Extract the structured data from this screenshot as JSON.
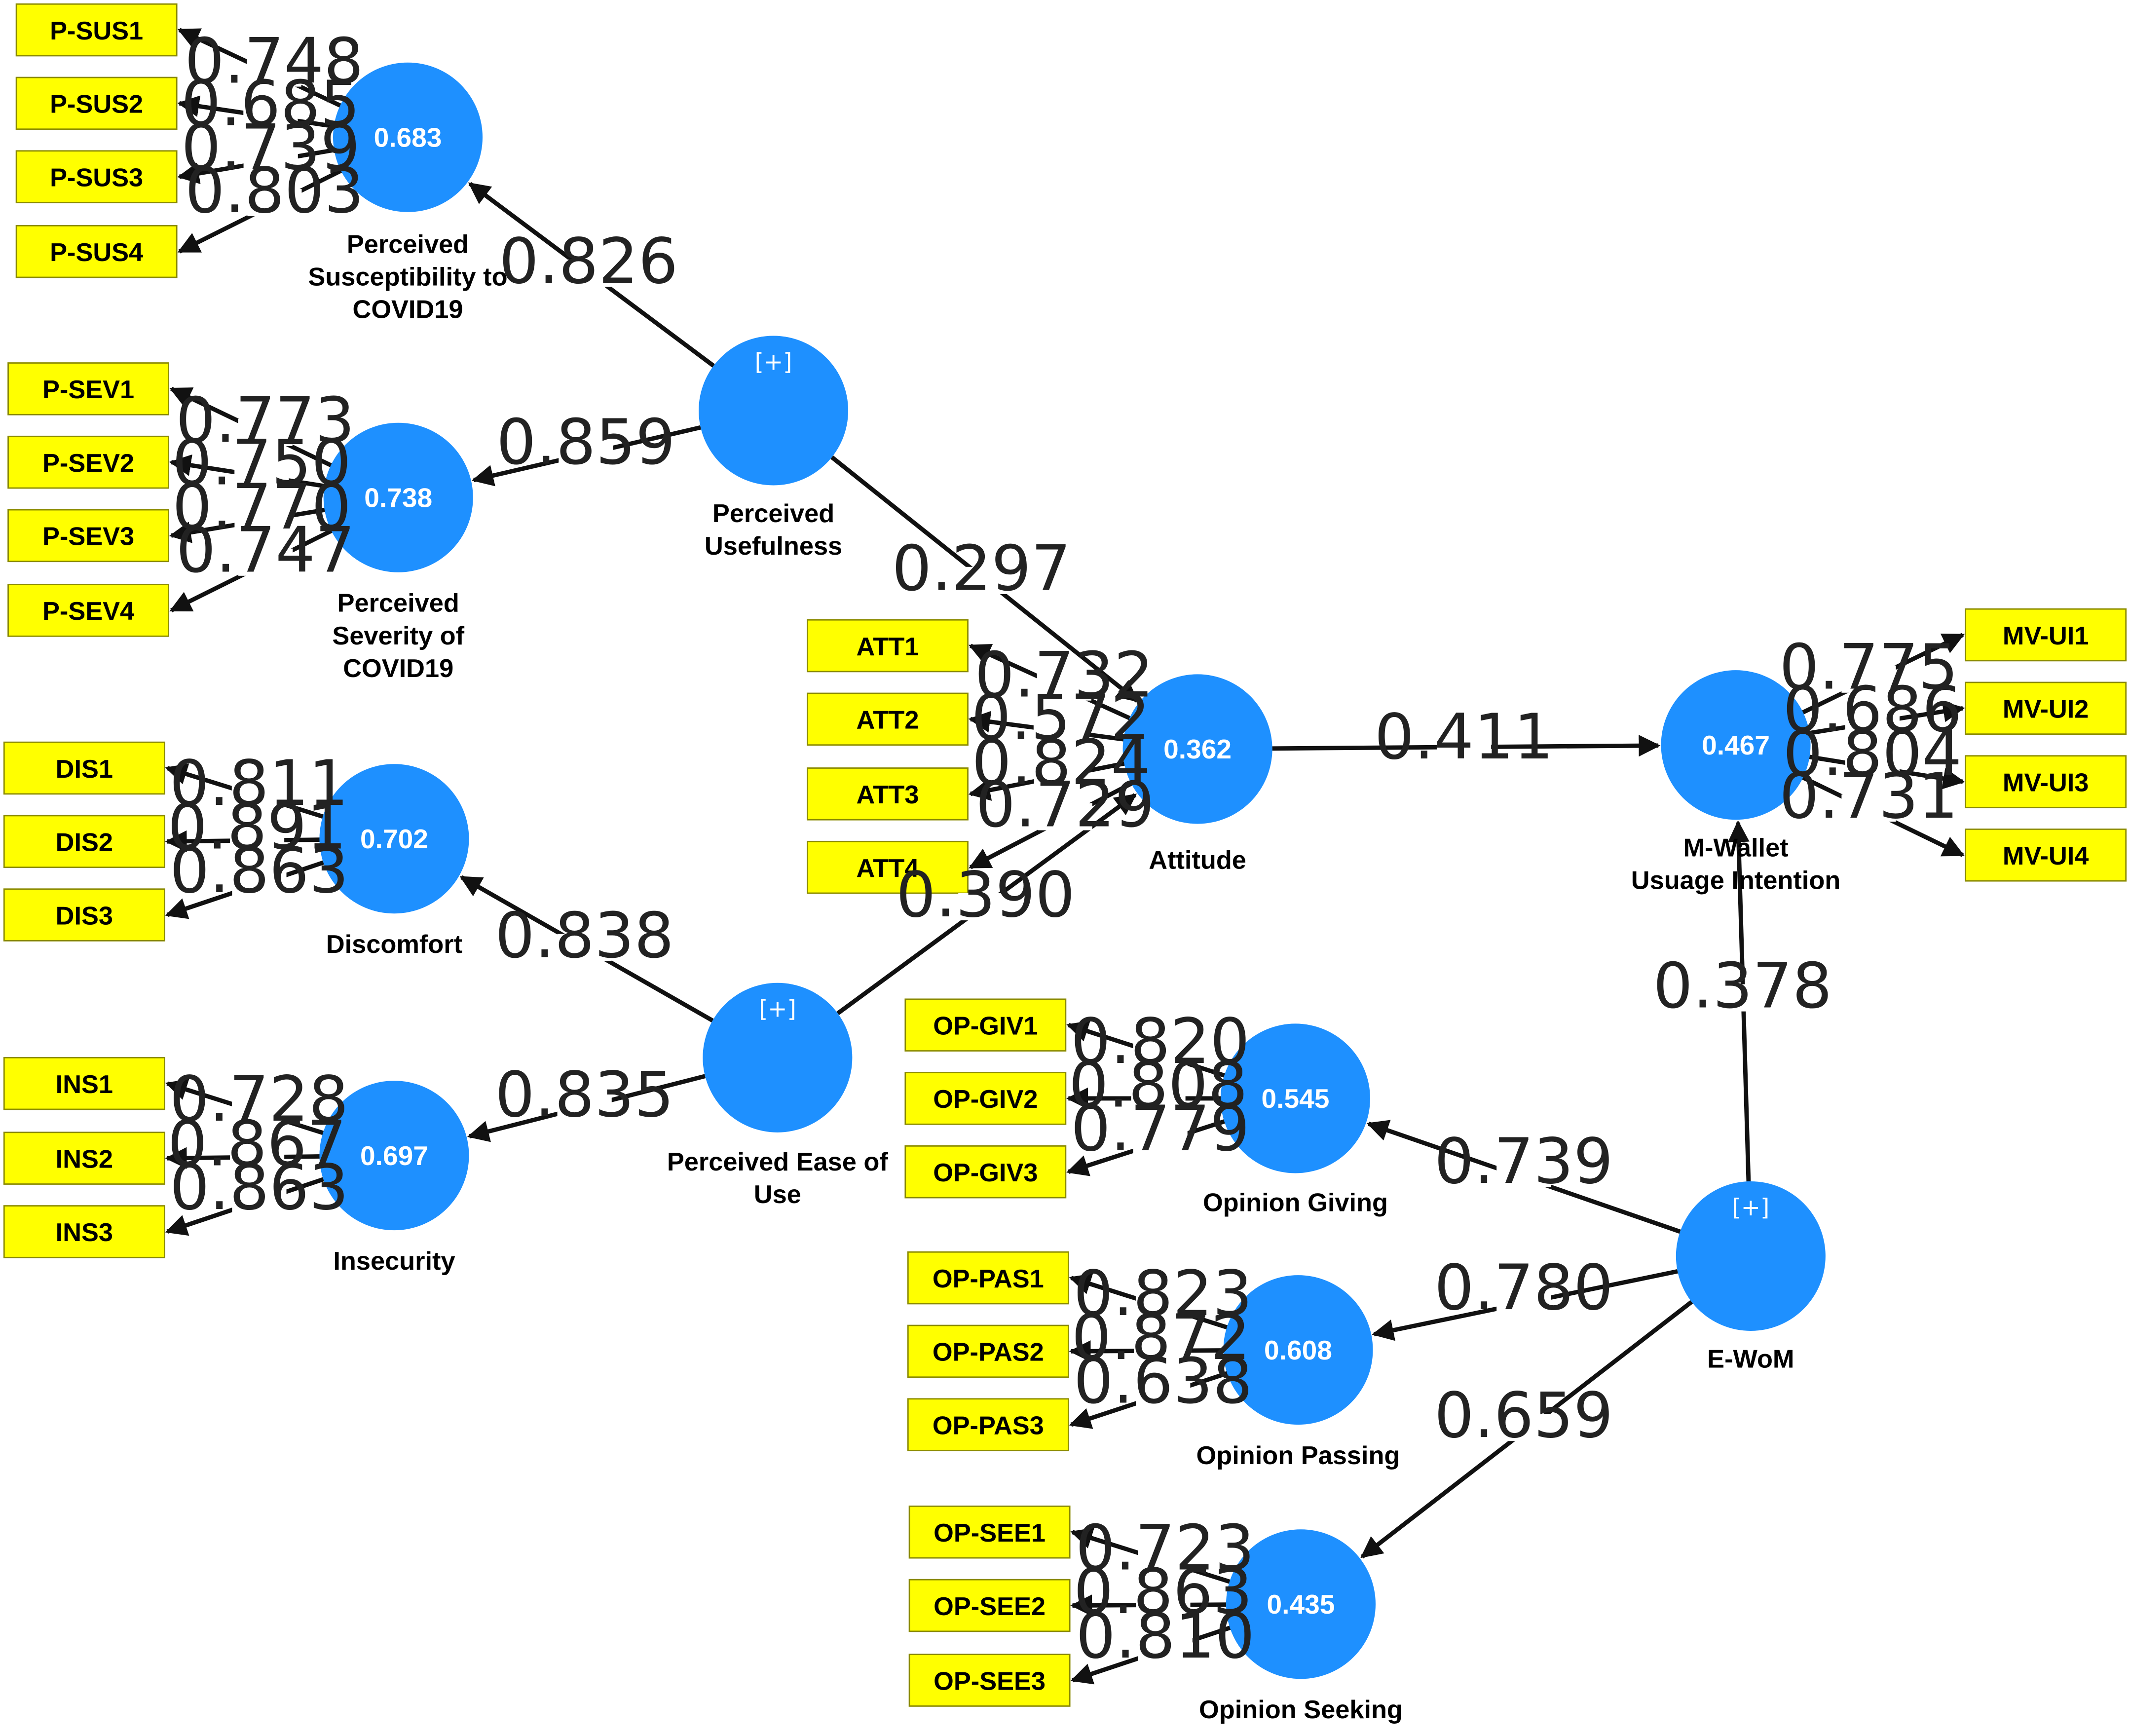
{
  "colors": {
    "construct_fill": "#1e90ff",
    "indicator_fill": "#ffff00",
    "text": "#000000"
  },
  "constructs": {
    "psus": {
      "r2": "0.683",
      "label": [
        "Perceived",
        "Susceptibility to",
        "COVID19"
      ]
    },
    "psev": {
      "r2": "0.738",
      "label": [
        "Perceived",
        "Severity of",
        "COVID19"
      ]
    },
    "dis": {
      "r2": "0.702",
      "label": [
        "Discomfort"
      ]
    },
    "ins": {
      "r2": "0.697",
      "label": [
        "Insecurity"
      ]
    },
    "pu": {
      "r2": "[+]",
      "label": [
        "Perceived",
        "Usefulness"
      ]
    },
    "peou": {
      "r2": "[+]",
      "label": [
        "Perceived Ease of",
        "Use"
      ]
    },
    "att": {
      "r2": "0.362",
      "label": [
        "Attitude"
      ]
    },
    "mw": {
      "r2": "0.467",
      "label": [
        "M-Wallet",
        "Usuage Intention"
      ]
    },
    "ewom": {
      "r2": "[+]",
      "label": [
        "E-WoM"
      ]
    },
    "opgiv": {
      "r2": "0.545",
      "label": [
        "Opinion Giving"
      ]
    },
    "oppas": {
      "r2": "0.608",
      "label": [
        "Opinion Passing"
      ]
    },
    "opsee": {
      "r2": "0.435",
      "label": [
        "Opinion Seeking"
      ]
    }
  },
  "indicators": {
    "psus": [
      {
        "name": "P-SUS1",
        "loading": "0.748"
      },
      {
        "name": "P-SUS2",
        "loading": "0.685"
      },
      {
        "name": "P-SUS3",
        "loading": "0.739"
      },
      {
        "name": "P-SUS4",
        "loading": "0.803"
      }
    ],
    "psev": [
      {
        "name": "P-SEV1",
        "loading": "0.773"
      },
      {
        "name": "P-SEV2",
        "loading": "0.750"
      },
      {
        "name": "P-SEV3",
        "loading": "0.770"
      },
      {
        "name": "P-SEV4",
        "loading": "0.747"
      }
    ],
    "dis": [
      {
        "name": "DIS1",
        "loading": "0.811"
      },
      {
        "name": "DIS2",
        "loading": "0.891"
      },
      {
        "name": "DIS3",
        "loading": "0.863"
      }
    ],
    "ins": [
      {
        "name": "INS1",
        "loading": "0.728"
      },
      {
        "name": "INS2",
        "loading": "0.867"
      },
      {
        "name": "INS3",
        "loading": "0.863"
      }
    ],
    "att": [
      {
        "name": "ATT1",
        "loading": "0.732"
      },
      {
        "name": "ATT2",
        "loading": "0.572"
      },
      {
        "name": "ATT3",
        "loading": "0.824"
      },
      {
        "name": "ATT4",
        "loading": "0.729"
      }
    ],
    "mw": [
      {
        "name": "MV-UI1",
        "loading": "0.775"
      },
      {
        "name": "MV-UI2",
        "loading": "0.686"
      },
      {
        "name": "MV-UI3",
        "loading": "0.804"
      },
      {
        "name": "MV-UI4",
        "loading": "0.731"
      }
    ],
    "opgiv": [
      {
        "name": "OP-GIV1",
        "loading": "0.820"
      },
      {
        "name": "OP-GIV2",
        "loading": "0.808"
      },
      {
        "name": "OP-GIV3",
        "loading": "0.779"
      }
    ],
    "oppas": [
      {
        "name": "OP-PAS1",
        "loading": "0.823"
      },
      {
        "name": "OP-PAS2",
        "loading": "0.872"
      },
      {
        "name": "OP-PAS3",
        "loading": "0.638"
      }
    ],
    "opsee": [
      {
        "name": "OP-SEE1",
        "loading": "0.723"
      },
      {
        "name": "OP-SEE2",
        "loading": "0.863"
      },
      {
        "name": "OP-SEE3",
        "loading": "0.810"
      }
    ]
  },
  "paths": [
    {
      "from": "pu",
      "to": "psus",
      "coef": "0.826"
    },
    {
      "from": "pu",
      "to": "psev",
      "coef": "0.859"
    },
    {
      "from": "pu",
      "to": "att",
      "coef": "0.297"
    },
    {
      "from": "peou",
      "to": "dis",
      "coef": "0.838"
    },
    {
      "from": "peou",
      "to": "ins",
      "coef": "0.835"
    },
    {
      "from": "peou",
      "to": "att",
      "coef": "0.390"
    },
    {
      "from": "att",
      "to": "mw",
      "coef": "0.411"
    },
    {
      "from": "ewom",
      "to": "mw",
      "coef": "0.378"
    },
    {
      "from": "ewom",
      "to": "opgiv",
      "coef": "0.739"
    },
    {
      "from": "ewom",
      "to": "oppas",
      "coef": "0.780"
    },
    {
      "from": "ewom",
      "to": "opsee",
      "coef": "0.659"
    }
  ]
}
